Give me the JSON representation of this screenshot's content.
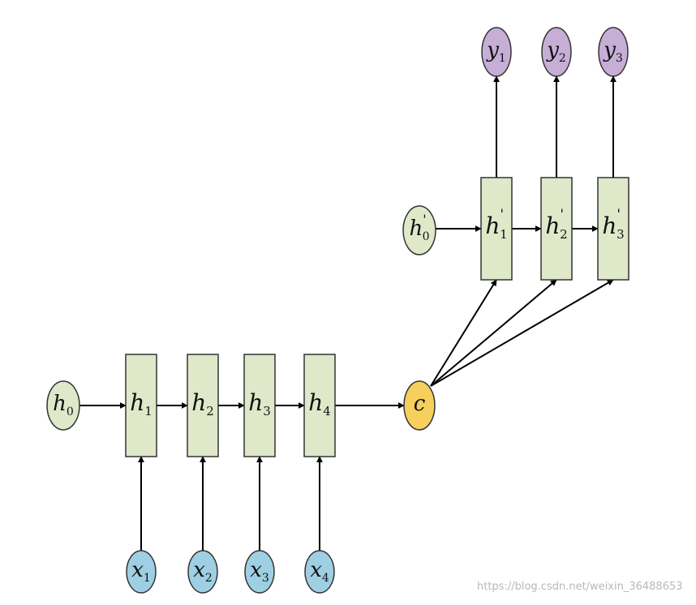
{
  "diagram": {
    "encoder": {
      "initial_state": {
        "main": "h",
        "sub": "0",
        "prime": ""
      },
      "states": [
        {
          "main": "h",
          "sub": "1",
          "prime": ""
        },
        {
          "main": "h",
          "sub": "2",
          "prime": ""
        },
        {
          "main": "h",
          "sub": "3",
          "prime": ""
        },
        {
          "main": "h",
          "sub": "4",
          "prime": ""
        }
      ],
      "inputs": [
        {
          "main": "x",
          "sub": "1",
          "prime": ""
        },
        {
          "main": "x",
          "sub": "2",
          "prime": ""
        },
        {
          "main": "x",
          "sub": "3",
          "prime": ""
        },
        {
          "main": "x",
          "sub": "4",
          "prime": ""
        }
      ]
    },
    "context": {
      "main": "c",
      "sub": "",
      "prime": ""
    },
    "decoder": {
      "initial_state": {
        "main": "h",
        "sub": "0",
        "prime": "'"
      },
      "states": [
        {
          "main": "h",
          "sub": "1",
          "prime": "'"
        },
        {
          "main": "h",
          "sub": "2",
          "prime": "'"
        },
        {
          "main": "h",
          "sub": "3",
          "prime": "'"
        }
      ],
      "outputs": [
        {
          "main": "y",
          "sub": "1",
          "prime": ""
        },
        {
          "main": "y",
          "sub": "2",
          "prime": ""
        },
        {
          "main": "y",
          "sub": "3",
          "prime": ""
        }
      ]
    },
    "colors": {
      "state_fill": "#dfe8c9",
      "input_fill": "#9ecfe3",
      "output_fill": "#c6aed6",
      "context_fill": "#f7cf5c",
      "stroke": "#333333",
      "arrow": "#000000"
    }
  },
  "watermark": "https://blog.csdn.net/weixin_36488653"
}
